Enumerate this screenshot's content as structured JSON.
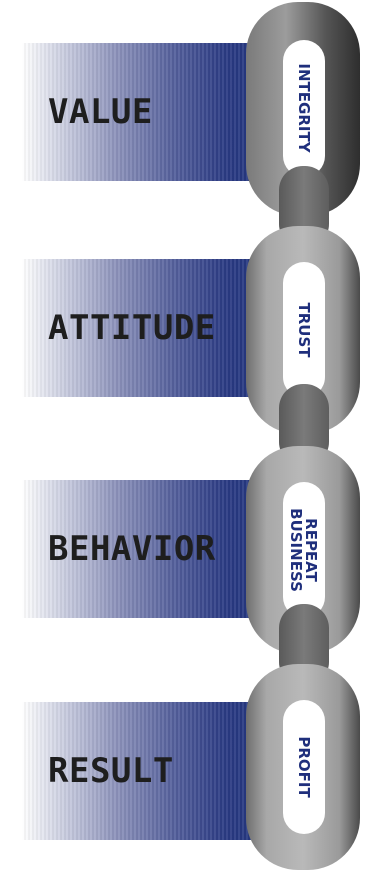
{
  "rows": [
    {
      "label": "VALUE",
      "link": [
        "INTEGRITY"
      ]
    },
    {
      "label": "ATTITUDE",
      "link": [
        "TRUST"
      ]
    },
    {
      "label": "BEHAVIOR",
      "link": [
        "REPEAT",
        "BUSINESS"
      ]
    },
    {
      "label": "RESULT",
      "link": [
        "PROFIT"
      ]
    }
  ],
  "colors": {
    "band_dark": "#23367f",
    "band_light": "#ffffff",
    "link_text": "#1f2f7c",
    "chain_dark": "#5c5c5c",
    "chain_light": "#b5b5b5",
    "connector": "#707070"
  }
}
